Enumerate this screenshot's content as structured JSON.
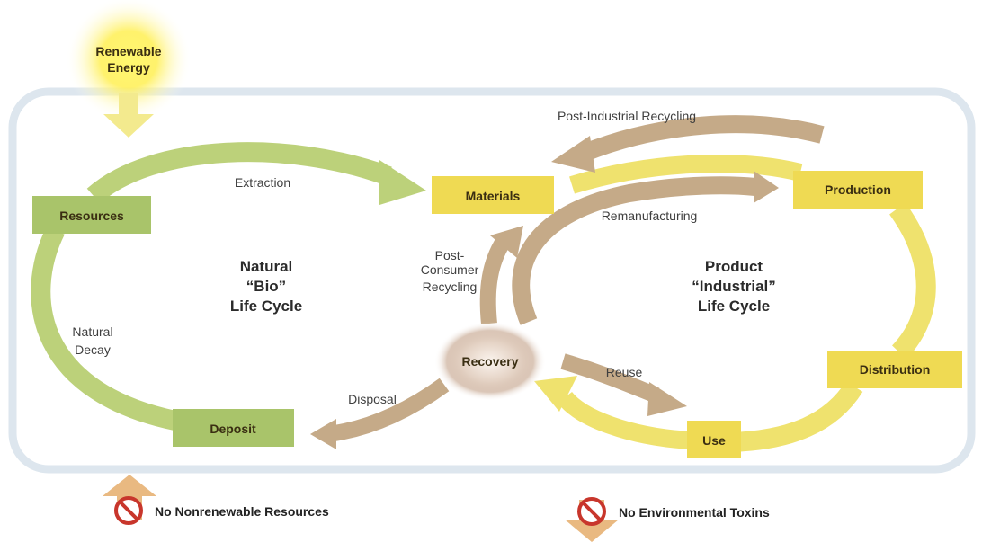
{
  "energy": {
    "line1": "Renewable",
    "line2": "Energy"
  },
  "nodes": {
    "resources": "Resources",
    "materials": "Materials",
    "production": "Production",
    "distribution": "Distribution",
    "use": "Use",
    "recovery": "Recovery",
    "deposit": "Deposit"
  },
  "flows": {
    "extraction": "Extraction",
    "post_industrial": "Post-Industrial Recycling",
    "remanufacturing": "Remanufacturing",
    "post_consumer": [
      "Post-",
      "Consumer",
      "Recycling"
    ],
    "natural_decay": [
      "Natural",
      "Decay"
    ],
    "disposal": "Disposal",
    "reuse": "Reuse"
  },
  "cycles": {
    "natural": [
      "Natural",
      "“Bio”",
      "Life Cycle"
    ],
    "industrial": [
      "Product",
      "“Industrial”",
      "Life Cycle"
    ]
  },
  "legend": {
    "no_nonrenewable": "No Nonrenewable Resources",
    "no_toxins": "No Environmental Toxins"
  },
  "colors": {
    "green": "#bcd17a",
    "green_dark": "#a9c46a",
    "yellow": "#f0e06a",
    "yellow_arrow": "#efe26e",
    "tan": "#c5aa88",
    "boundary": "#dde6ee",
    "prohibit_red": "#c8362c",
    "up_arrow": "#e9b981",
    "down_arrow": "#e9b981",
    "energy_glow": "#fff15a"
  }
}
